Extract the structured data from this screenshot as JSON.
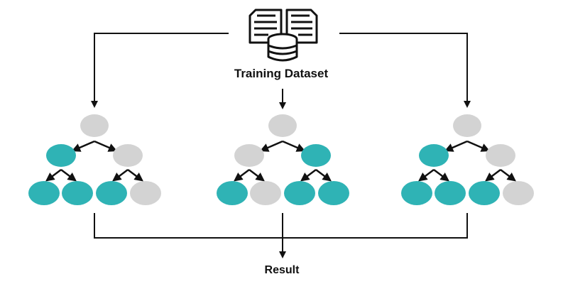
{
  "title": "Training Dataset",
  "result": "Result",
  "icons": {
    "dataset": "documents-database-icon"
  },
  "colors": {
    "active": "#2fb3b5",
    "inactive": "#d3d3d3",
    "line": "#111111"
  },
  "trees": [
    {
      "name": "tree-1",
      "root": "inactive",
      "level2": [
        "active",
        "inactive"
      ],
      "level3": [
        "active",
        "active",
        "active",
        "inactive"
      ]
    },
    {
      "name": "tree-2",
      "root": "inactive",
      "level2": [
        "inactive",
        "active"
      ],
      "level3": [
        "active",
        "inactive",
        "active",
        "active"
      ]
    },
    {
      "name": "tree-3",
      "root": "inactive",
      "level2": [
        "active",
        "inactive"
      ],
      "level3": [
        "active",
        "active",
        "active",
        "inactive"
      ]
    }
  ]
}
